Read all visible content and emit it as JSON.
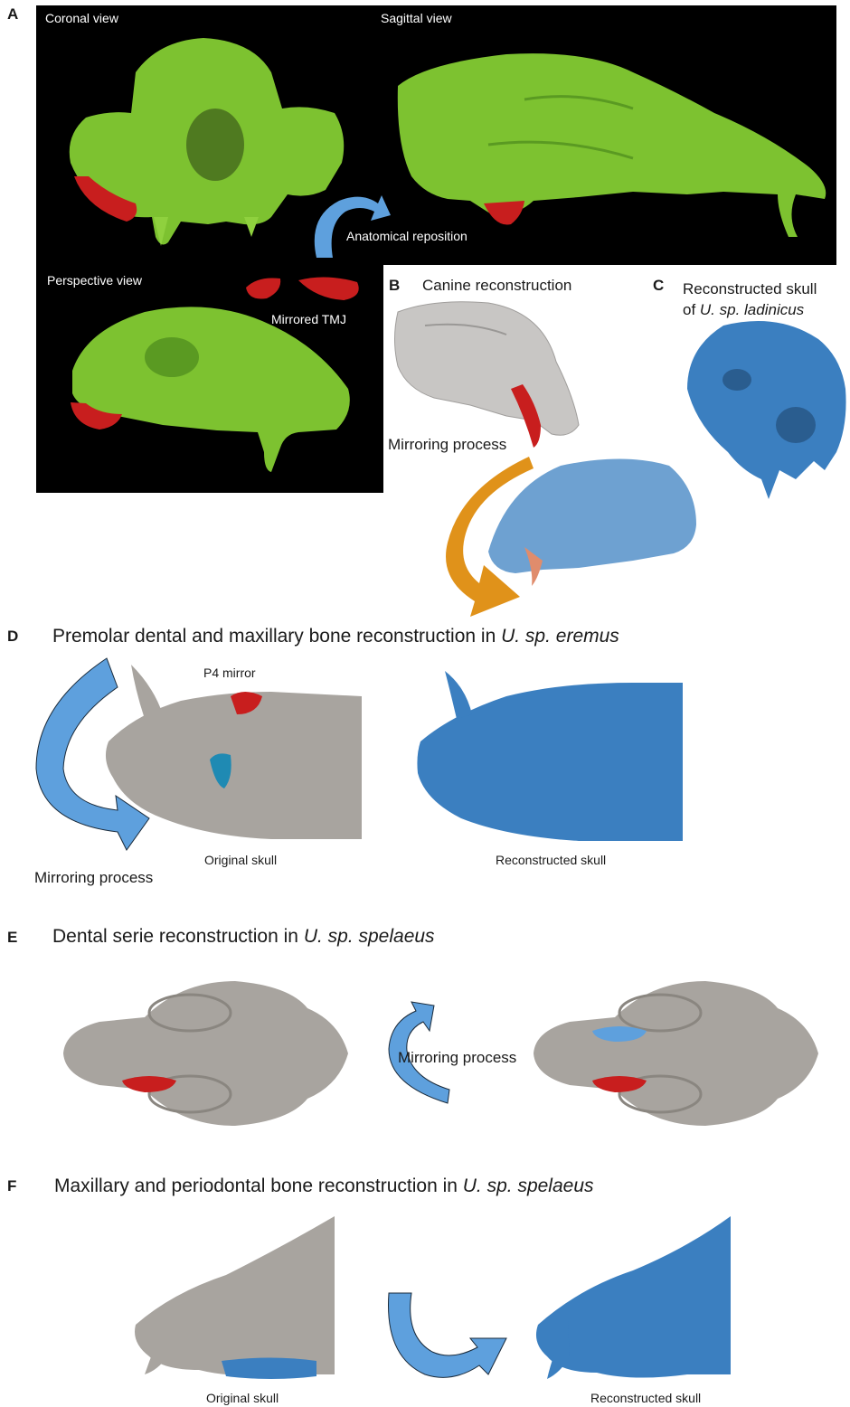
{
  "panels": {
    "a": {
      "letter": "A",
      "coronal_label": "Coronal view",
      "sagittal_label": "Sagittal view",
      "perspective_label": "Perspective view",
      "reposition_label": "Anatomical reposition",
      "mirrored_label": "Mirrored TMJ"
    },
    "b": {
      "letter": "B",
      "title": "Canine reconstruction",
      "process_label": "Mirroring process"
    },
    "c": {
      "letter": "C",
      "title_line1": "Reconstructed skull",
      "title_line2_prefix": "of ",
      "title_line2_species": "U. sp. ladinicus"
    },
    "d": {
      "letter": "D",
      "title_prefix": "Premolar dental and maxillary bone reconstruction in ",
      "title_species": "U. sp. eremus",
      "p4_label": "P4 mirror",
      "original_label": "Original skull",
      "reconstructed_label": "Reconstructed skull",
      "process_label": "Mirroring process"
    },
    "e": {
      "letter": "E",
      "title_prefix": "Dental serie reconstruction in ",
      "title_species": "U. sp. spelaeus",
      "process_label": "Mirroring process"
    },
    "f": {
      "letter": "F",
      "title_prefix": "Maxillary and periodontal bone reconstruction in ",
      "title_species": "U. sp. spelaeus",
      "original_label": "Original skull",
      "reconstructed_label": "Reconstructed skull"
    }
  },
  "colors": {
    "skull_green": "#7dc230",
    "tmj_red": "#c81e1e",
    "skull_gray": "#a8a49f",
    "skull_blue": "#3b7fc0",
    "arrow_blue": "#5ea0dd",
    "arrow_orange": "#e0921a",
    "panel_bg": "#000000"
  }
}
